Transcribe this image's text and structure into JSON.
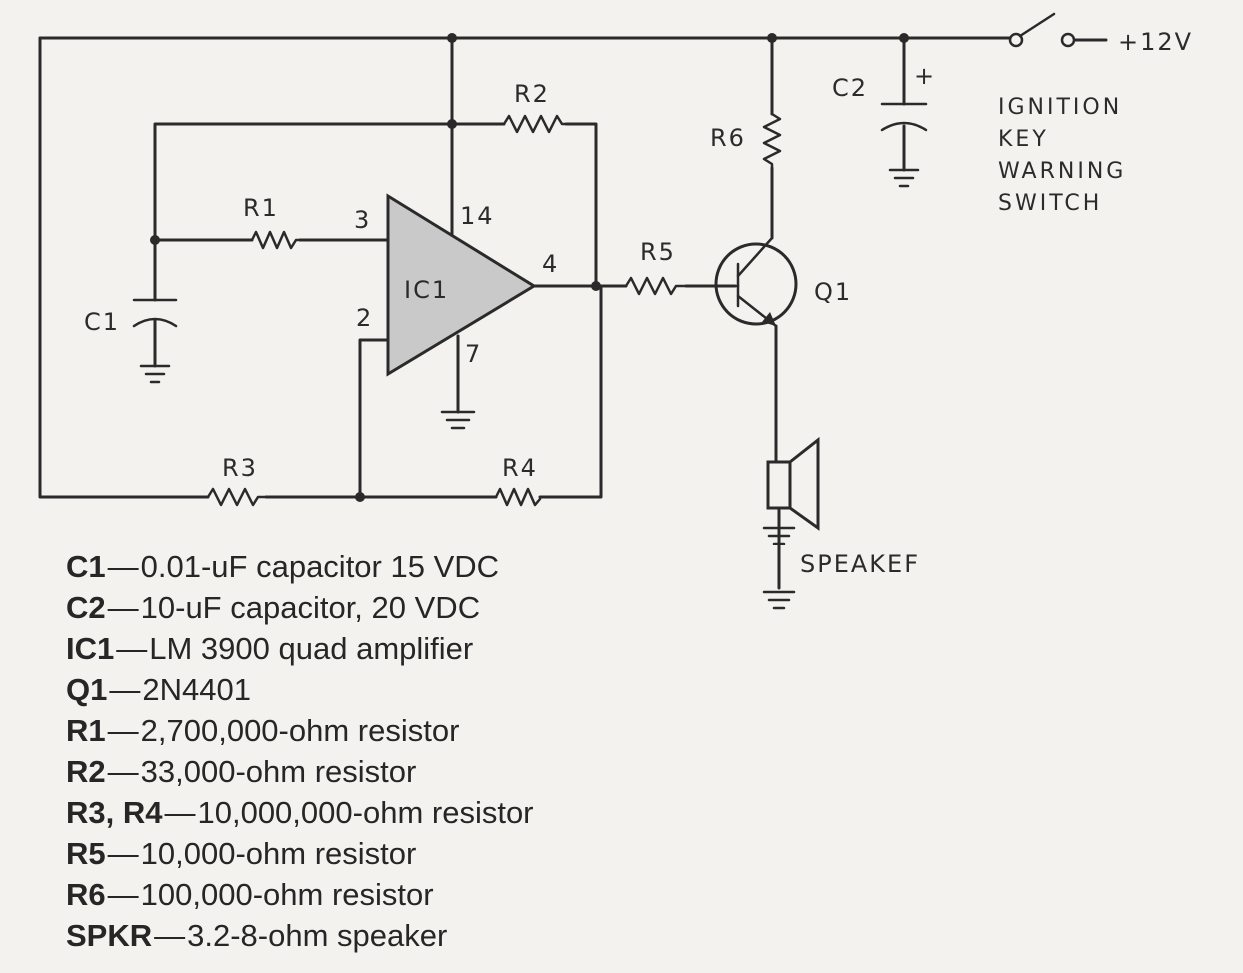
{
  "schematic": {
    "labels": {
      "r1": "R1",
      "r2": "R2",
      "r3": "R3",
      "r4": "R4",
      "r5": "R5",
      "r6": "R6",
      "c1": "C1",
      "c2": "C2",
      "c2_polarity": "+",
      "ic1": "IC1",
      "q1": "Q1",
      "pin3": "3",
      "pin14": "14",
      "pin4": "4",
      "pin2": "2",
      "pin7": "7",
      "supply": "+12V",
      "switch_line1": "IGNITION",
      "switch_line2": "KEY",
      "switch_line3": "WARNING",
      "switch_line4": "SWITCH",
      "speaker": "SPEAKEF"
    }
  },
  "parts_list": [
    {
      "ref": "C1",
      "sep": "—",
      "desc": "0.01-uF capacitor 15 VDC"
    },
    {
      "ref": "C2",
      "sep": "—",
      "desc": "10-uF capacitor, 20 VDC"
    },
    {
      "ref": "IC1",
      "sep": "—",
      "desc": "LM 3900 quad amplifier"
    },
    {
      "ref": "Q1",
      "sep": "—",
      "desc": "2N4401"
    },
    {
      "ref": "R1",
      "sep": "—",
      "desc": "2,700,000-ohm resistor"
    },
    {
      "ref": "R2",
      "sep": "—",
      "desc": "33,000-ohm resistor"
    },
    {
      "ref": "R3, R4",
      "sep": "—",
      "desc": "10,000,000-ohm resistor"
    },
    {
      "ref": "R5",
      "sep": "—",
      "desc": "10,000-ohm resistor"
    },
    {
      "ref": "R6",
      "sep": "—",
      "desc": "100,000-ohm resistor"
    },
    {
      "ref": "SPKR",
      "sep": "—",
      "desc": "3.2-8-ohm speaker"
    }
  ]
}
